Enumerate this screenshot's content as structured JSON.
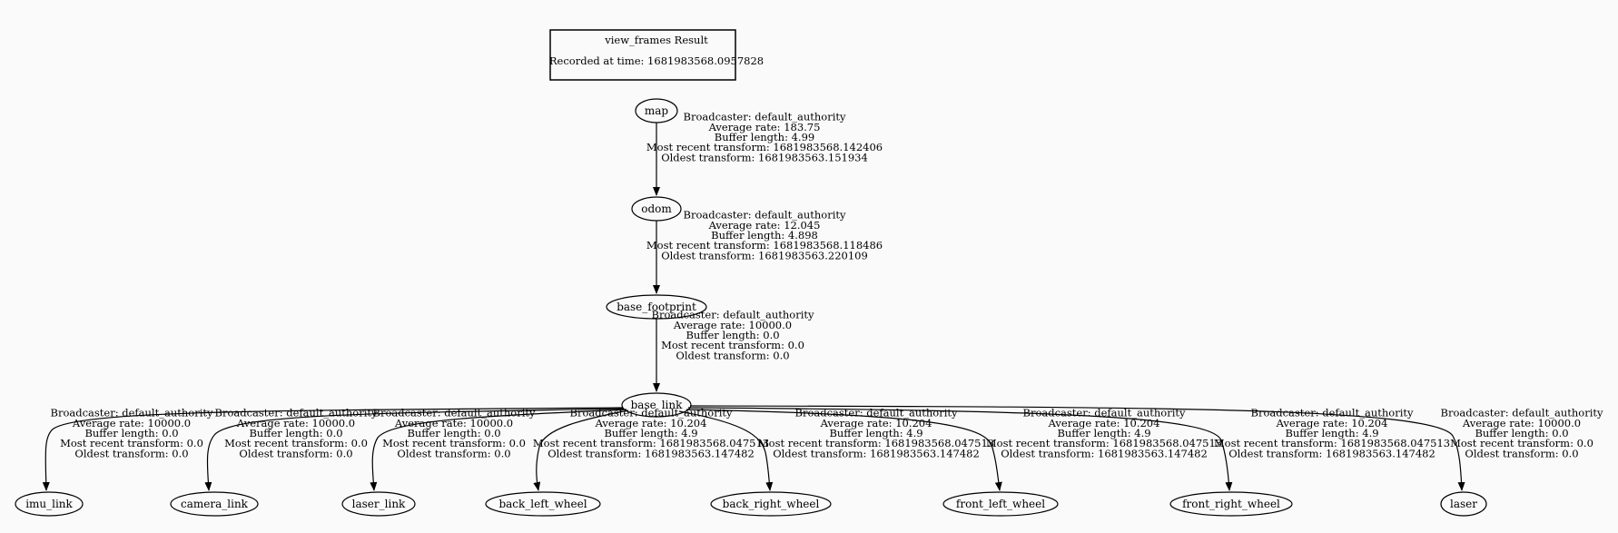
{
  "header": {
    "title": "view_frames Result",
    "recorded": "Recorded at time: 1681983568.0957828"
  },
  "nodes": [
    {
      "id": "map",
      "label": "map"
    },
    {
      "id": "odom",
      "label": "odom"
    },
    {
      "id": "base_footprint",
      "label": "base_footprint"
    },
    {
      "id": "base_link",
      "label": "base_link"
    },
    {
      "id": "imu_link",
      "label": "imu_link"
    },
    {
      "id": "camera_link",
      "label": "camera_link"
    },
    {
      "id": "laser_link",
      "label": "laser_link"
    },
    {
      "id": "back_left_wheel",
      "label": "back_left_wheel"
    },
    {
      "id": "back_right_wheel",
      "label": "back_right_wheel"
    },
    {
      "id": "front_left_wheel",
      "label": "front_left_wheel"
    },
    {
      "id": "front_right_wheel",
      "label": "front_right_wheel"
    },
    {
      "id": "laser",
      "label": "laser"
    }
  ],
  "edges": [
    {
      "from": "map",
      "to": "odom",
      "lines": [
        "Broadcaster: default_authority",
        "Average rate: 183.75",
        "Buffer length: 4.99",
        "Most recent transform: 1681983568.142406",
        "Oldest transform: 1681983563.151934"
      ]
    },
    {
      "from": "odom",
      "to": "base_footprint",
      "lines": [
        "Broadcaster: default_authority",
        "Average rate: 12.045",
        "Buffer length: 4.898",
        "Most recent transform: 1681983568.118486",
        "Oldest transform: 1681983563.220109"
      ]
    },
    {
      "from": "base_footprint",
      "to": "base_link",
      "lines": [
        "Broadcaster: default_authority",
        "Average rate: 10000.0",
        "Buffer length: 0.0",
        "Most recent transform: 0.0",
        "Oldest transform: 0.0"
      ]
    },
    {
      "from": "base_link",
      "to": "imu_link",
      "lines": [
        "Broadcaster: default_authority",
        "Average rate: 10000.0",
        "Buffer length: 0.0",
        "Most recent transform: 0.0",
        "Oldest transform: 0.0"
      ]
    },
    {
      "from": "base_link",
      "to": "camera_link",
      "lines": [
        "Broadcaster: default_authority",
        "Average rate: 10000.0",
        "Buffer length: 0.0",
        "Most recent transform: 0.0",
        "Oldest transform: 0.0"
      ]
    },
    {
      "from": "base_link",
      "to": "laser_link",
      "lines": [
        "Broadcaster: default_authority",
        "Average rate: 10000.0",
        "Buffer length: 0.0",
        "Most recent transform: 0.0",
        "Oldest transform: 0.0"
      ]
    },
    {
      "from": "base_link",
      "to": "back_left_wheel",
      "lines": [
        "Broadcaster: default_authority",
        "Average rate: 10.204",
        "Buffer length: 4.9",
        "Most recent transform: 1681983568.047513",
        "Oldest transform: 1681983563.147482"
      ]
    },
    {
      "from": "base_link",
      "to": "back_right_wheel",
      "lines": [
        "Broadcaster: default_authority",
        "Average rate: 10.204",
        "Buffer length: 4.9",
        "Most recent transform: 1681983568.047513",
        "Oldest transform: 1681983563.147482"
      ]
    },
    {
      "from": "base_link",
      "to": "front_left_wheel",
      "lines": [
        "Broadcaster: default_authority",
        "Average rate: 10.204",
        "Buffer length: 4.9",
        "Most recent transform: 1681983568.047513",
        "Oldest transform: 1681983563.147482"
      ]
    },
    {
      "from": "base_link",
      "to": "front_right_wheel",
      "lines": [
        "Broadcaster: default_authority",
        "Average rate: 10.204",
        "Buffer length: 4.9",
        "Most recent transform: 1681983568.047513",
        "Oldest transform: 1681983563.147482"
      ]
    },
    {
      "from": "base_link",
      "to": "laser",
      "lines": [
        "Broadcaster: default_authority",
        "Average rate: 10000.0",
        "Buffer length: 0.0",
        "Most recent transform: 0.0",
        "Oldest transform: 0.0"
      ]
    }
  ]
}
